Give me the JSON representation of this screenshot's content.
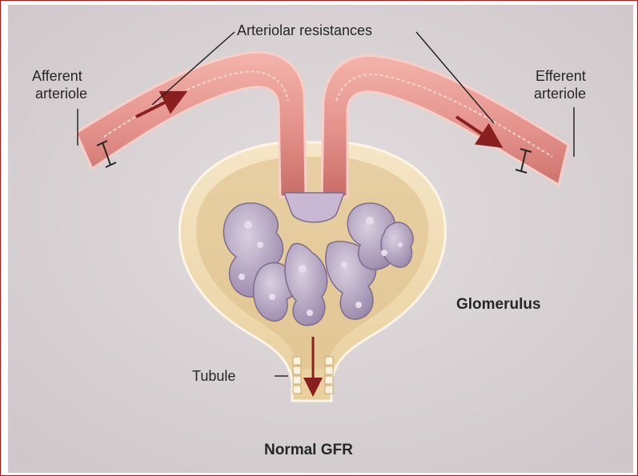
{
  "figure": {
    "labels": {
      "arteriolar": "Arteriolar resistances",
      "afferent_1": "Afferent",
      "afferent_2": "arteriole",
      "efferent_1": "Efferent",
      "efferent_2": "arteriole",
      "tubule": "Tubule",
      "glomerulus": "Glomerulus",
      "caption": "Normal GFR"
    },
    "colors": {
      "background": "#d6cfd1",
      "vessel": "#e79a92",
      "vessel_dark": "#c7665f",
      "capsule": "#f0dbb4",
      "capsule_inner": "#d7b47e",
      "capillary": "#b7a8c4",
      "arrow": "#8a1f1f",
      "frame": "#b01818"
    }
  }
}
